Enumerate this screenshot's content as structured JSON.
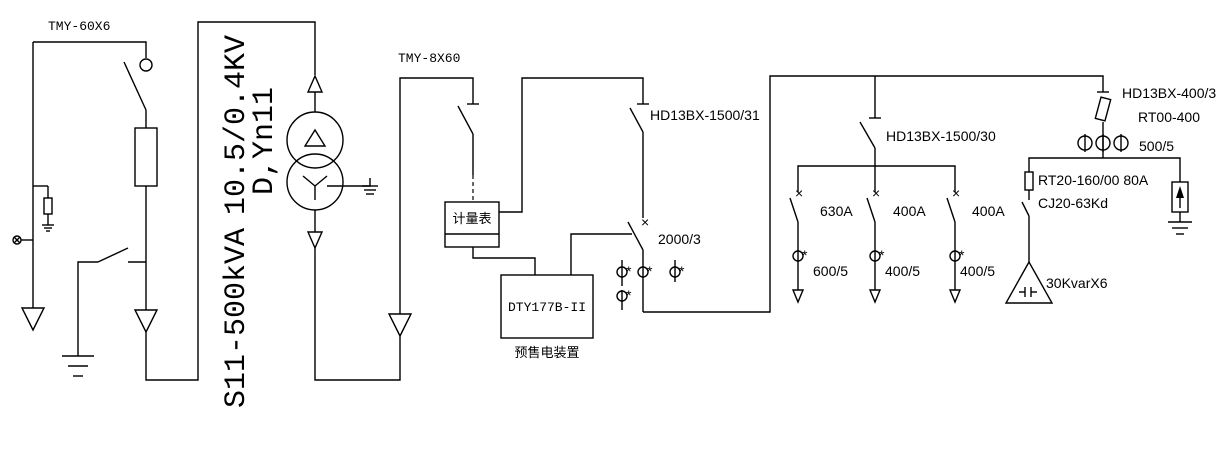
{
  "labels": {
    "busbar_hv": "TMY-60X6",
    "busbar_lv": "TMY-8X60",
    "transformer_rating": "S11-500kVA",
    "transformer_voltage": "10.5/0.4KV",
    "transformer_group": "D,Yn11",
    "meter_box": "计量表",
    "prepaid_device_model": "DTY177B-II",
    "prepaid_device_name": "预售电装置",
    "main_switch": "HD13BX-1500/31",
    "main_ct": "2000/3",
    "feeder_switch": "HD13BX-1500/30",
    "branch_1_rating": "630A",
    "branch_2_rating": "400A",
    "branch_3_rating": "400A",
    "branch_1_ct": "600/5",
    "branch_2_ct": "400/5",
    "branch_3_ct": "400/5",
    "cap_switch": "HD13BX-400/3",
    "cap_fuse_main": "RT00-400",
    "cap_ct": "500/5",
    "cap_fuse": "RT20-160/00 80A",
    "cap_contactor": "CJ20-63Kd",
    "cap_bank": "30KvarX6"
  }
}
